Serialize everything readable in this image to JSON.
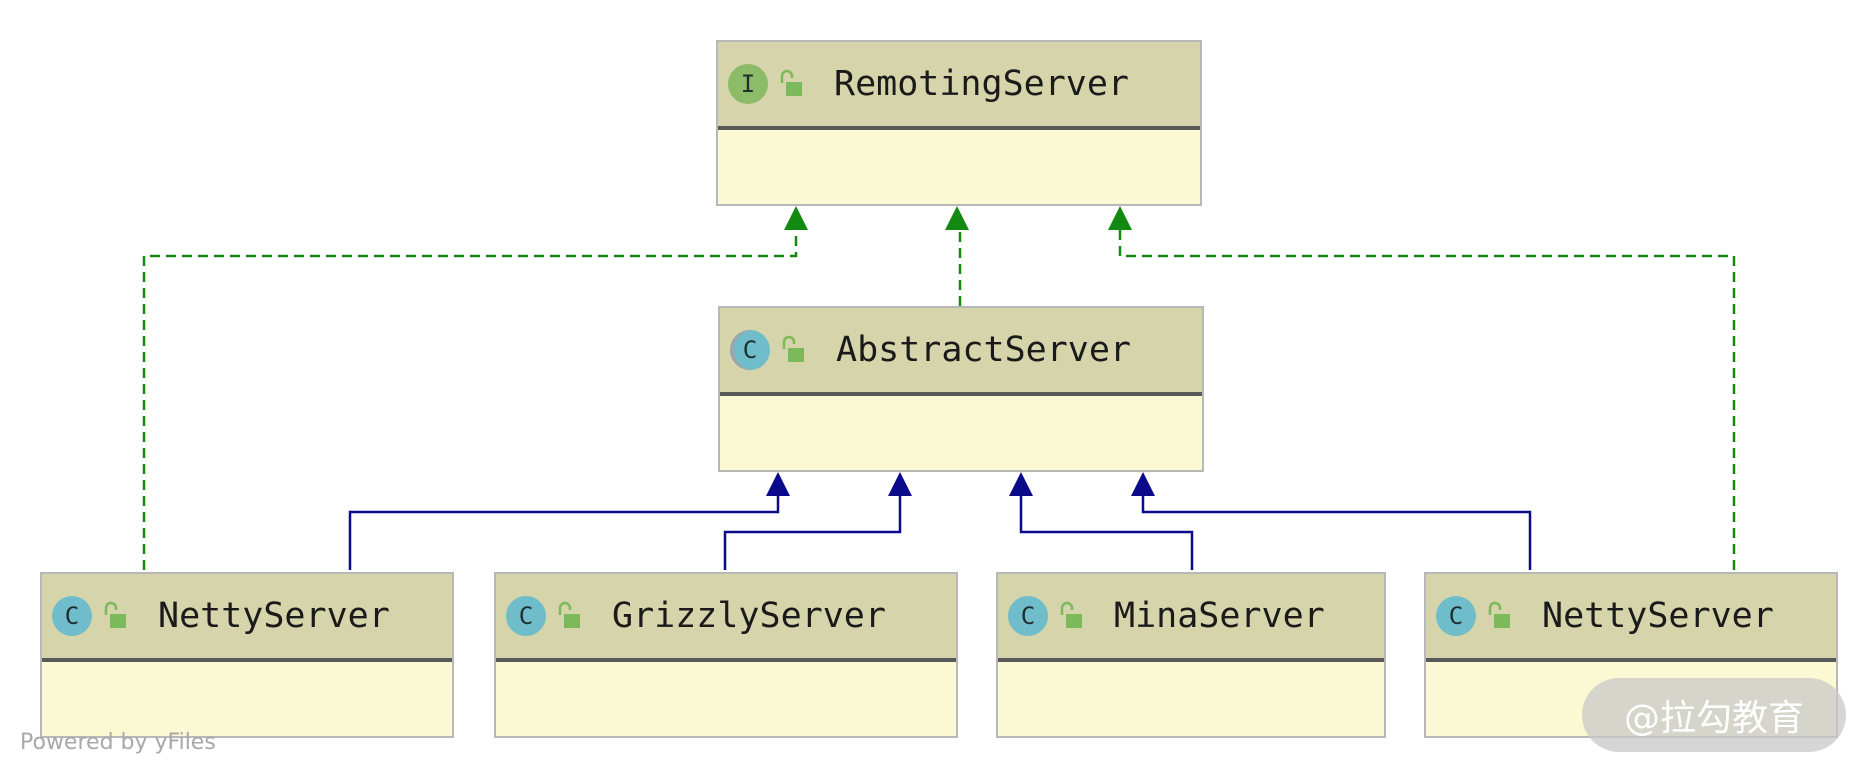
{
  "diagram": {
    "colors": {
      "implements_edge": "#128a12",
      "extends_edge": "#0a0a8a",
      "header": "#d5d4aa",
      "body": "#fbf9d3",
      "interface_icon": "#8cbc68",
      "class_icon": "#6fbccb",
      "visibility_icon": "#7cb95a"
    },
    "nodes": {
      "remoting_server": {
        "name": "RemotingServer",
        "kind_letter": "I",
        "kind": "interface",
        "icons": [
          "interface-icon",
          "public-lock-icon"
        ]
      },
      "abstract_server": {
        "name": "AbstractServer",
        "kind_letter": "C",
        "kind": "abstract-class",
        "icons": [
          "abstract-class-icon",
          "public-lock-icon"
        ]
      },
      "netty_server_1": {
        "name": "NettyServer",
        "kind_letter": "C",
        "kind": "class",
        "icons": [
          "class-icon",
          "public-lock-icon"
        ]
      },
      "grizzly_server": {
        "name": "GrizzlyServer",
        "kind_letter": "C",
        "kind": "class",
        "icons": [
          "class-icon",
          "public-lock-icon"
        ]
      },
      "mina_server": {
        "name": "MinaServer",
        "kind_letter": "C",
        "kind": "class",
        "icons": [
          "class-icon",
          "public-lock-icon"
        ]
      },
      "netty_server_2": {
        "name": "NettyServer",
        "kind_letter": "C",
        "kind": "class",
        "icons": [
          "class-icon",
          "public-lock-icon"
        ]
      }
    },
    "edges": [
      {
        "from": "netty_server_1",
        "to": "remoting_server",
        "type": "implements"
      },
      {
        "from": "abstract_server",
        "to": "remoting_server",
        "type": "implements"
      },
      {
        "from": "netty_server_2",
        "to": "remoting_server",
        "type": "implements"
      },
      {
        "from": "netty_server_1",
        "to": "abstract_server",
        "type": "extends"
      },
      {
        "from": "grizzly_server",
        "to": "abstract_server",
        "type": "extends"
      },
      {
        "from": "mina_server",
        "to": "abstract_server",
        "type": "extends"
      },
      {
        "from": "netty_server_2",
        "to": "abstract_server",
        "type": "extends"
      }
    ]
  },
  "footer": {
    "text": "Powered by yFiles"
  },
  "watermark": {
    "text": "@拉勾教育"
  }
}
